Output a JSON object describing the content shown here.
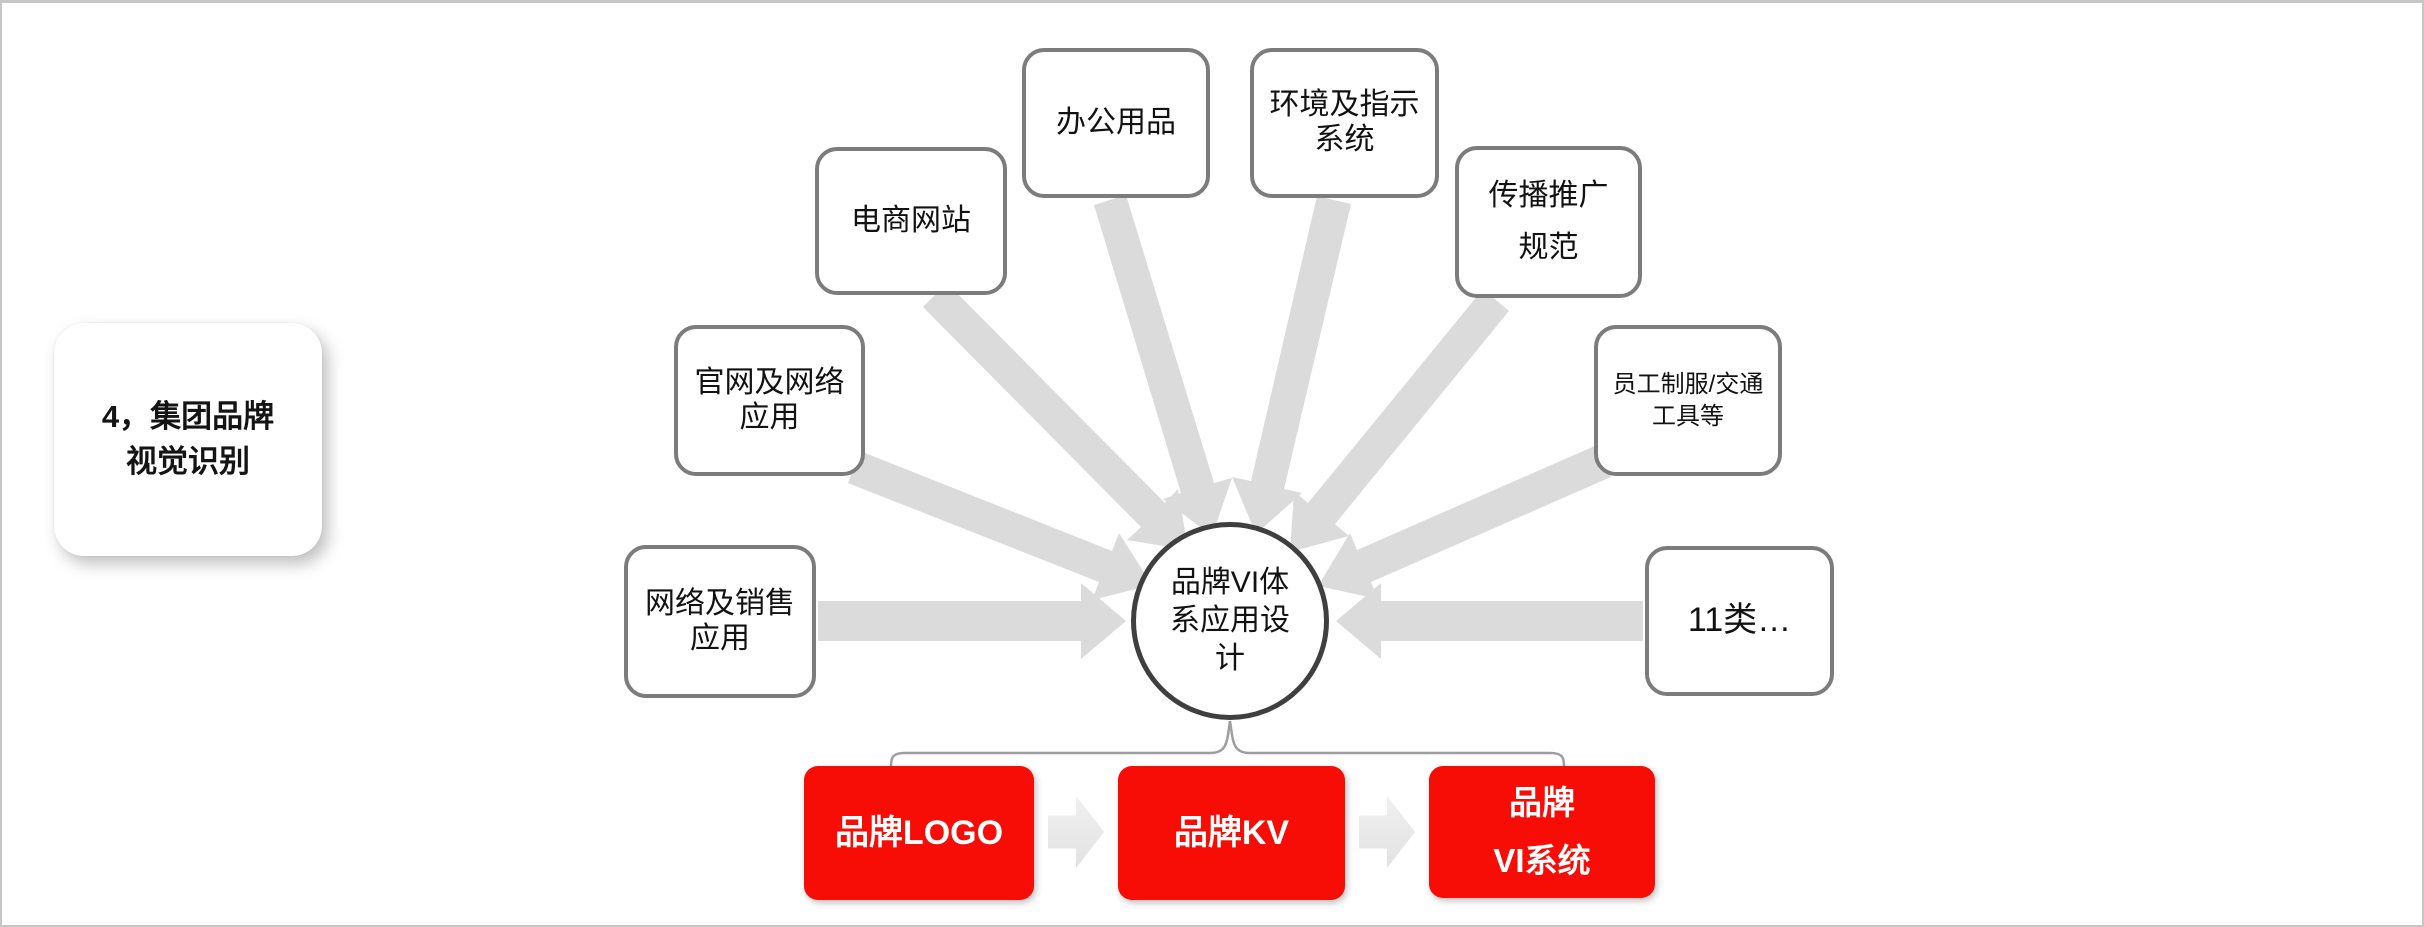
{
  "slide": {
    "section_label": {
      "line1": "4，集团品牌",
      "line2": "视觉识别"
    },
    "center_node": {
      "line1": "品牌VI体",
      "line2": "系应用设",
      "line3": "计"
    },
    "feeder_nodes": {
      "network_sales": {
        "line1": "网络及销售",
        "line2": "应用"
      },
      "official_site": {
        "line1": "官网及网络",
        "line2": "应用"
      },
      "ecommerce": {
        "line1": "电商网站"
      },
      "office_supplies": {
        "line1": "办公用品"
      },
      "environment_signage": {
        "line1": "环境及指示",
        "line2": "系统"
      },
      "promotion_standards": {
        "line1": "传播推广",
        "line2": "规范"
      },
      "uniform_transport": {
        "line1": "员工制服/交通",
        "line2": "工具等"
      },
      "more_categories": {
        "line1": "11类…"
      }
    },
    "bottom_flow": {
      "step1": {
        "line1": "品牌LOGO"
      },
      "step2": {
        "line1": "品牌KV"
      },
      "step3": {
        "line1": "品牌",
        "line2": "VI系统"
      }
    },
    "colors": {
      "accent_red": "#f70d05",
      "feeder_border_gray": "#7c7c7c",
      "arrow_gray": "#dbdbdb",
      "circle_border": "#3f3f3f",
      "bracket_gray": "#9e9e9e",
      "frame_gray": "#c6c6c6"
    }
  }
}
